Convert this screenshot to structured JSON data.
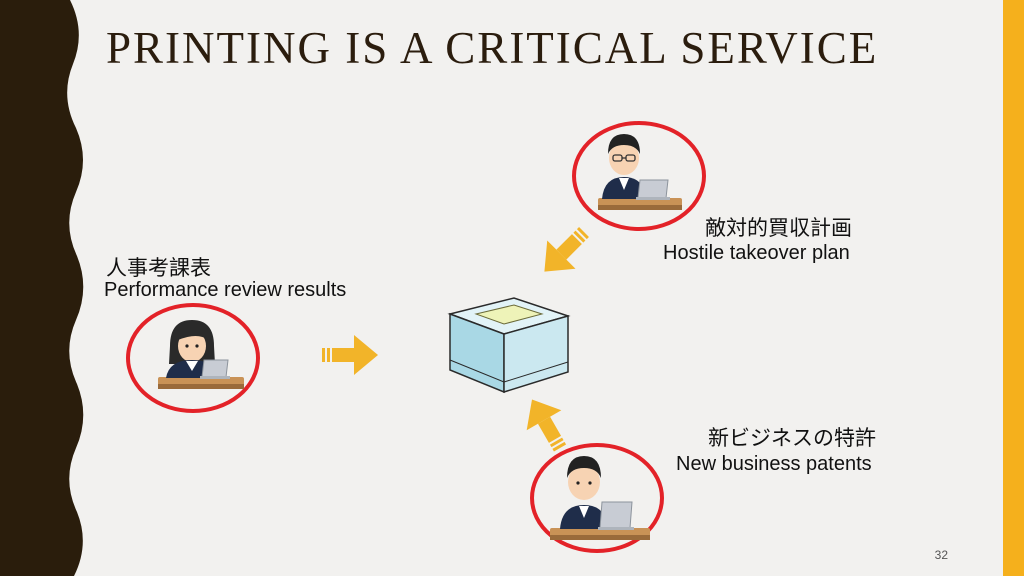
{
  "slide": {
    "title": "PRINTING IS A CRITICAL SERVICE",
    "page_number": "32",
    "colors": {
      "background": "#f2f1ef",
      "left_band": "#2a1d0c",
      "right_accent": "#f5b01c",
      "circle": "#e32228",
      "arrow": "#f2b429"
    }
  },
  "labels": {
    "left": {
      "jp": "人事考課表",
      "en": "Performance review results"
    },
    "top": {
      "jp": "敵対的買収計画",
      "en": "Hostile takeover plan"
    },
    "bottom": {
      "jp": "新ビジネスの特許",
      "en": "New business patents"
    }
  },
  "icons": [
    "woman-at-laptop-icon",
    "man-with-glasses-at-laptop-icon",
    "man-at-laptop-icon",
    "printer-icon",
    "arrow-icon"
  ]
}
